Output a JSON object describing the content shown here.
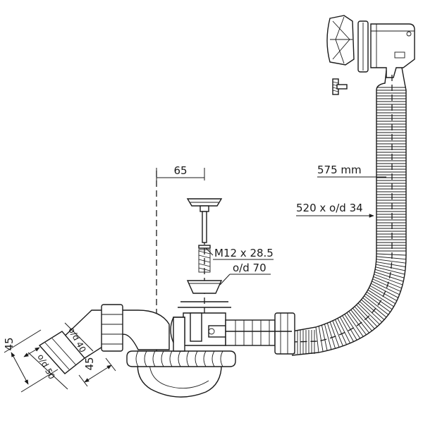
{
  "labels": {
    "width_65": "65",
    "hose_length": "575 mm",
    "overflow_hose": "520 x o/d 34",
    "plug_screw": "M12 x 28.5",
    "waste_od": "o/d 70",
    "height_45_left": "45",
    "height_45_right": "45",
    "outlet_od_40": "o/d 40",
    "outlet_od_50": "o/d 50"
  }
}
